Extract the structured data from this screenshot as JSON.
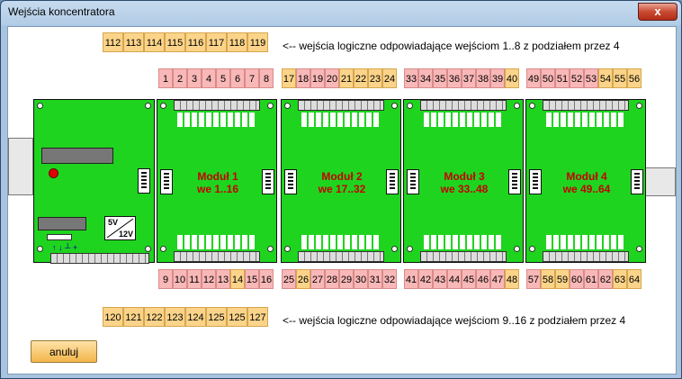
{
  "window": {
    "title": "Wejścia koncentratora",
    "close_label": "x"
  },
  "top_logical": {
    "cells": [
      "112",
      "113",
      "114",
      "115",
      "116",
      "117",
      "118",
      "119"
    ],
    "note": "<-- wejścia logiczne odpowiadające wejściom 1..8 z podziałem przez 4"
  },
  "bottom_logical": {
    "cells": [
      "120",
      "121",
      "122",
      "123",
      "124",
      "125",
      "125",
      "127"
    ],
    "note": "<-- wejścia logiczne odpowiadające wejściom 9..16 z podziałem przez 4"
  },
  "top_inputs": [
    {
      "cells": [
        "1",
        "2",
        "3",
        "4",
        "5",
        "6",
        "7",
        "8"
      ],
      "colors": [
        "pink",
        "pink",
        "pink",
        "pink",
        "pink",
        "pink",
        "pink",
        "pink"
      ]
    },
    {
      "cells": [
        "17",
        "18",
        "19",
        "20",
        "21",
        "22",
        "23",
        "24"
      ],
      "colors": [
        "orange",
        "pink",
        "pink",
        "pink",
        "orange",
        "orange",
        "orange",
        "orange"
      ]
    },
    {
      "cells": [
        "33",
        "34",
        "35",
        "36",
        "37",
        "38",
        "39",
        "40"
      ],
      "colors": [
        "pink",
        "pink",
        "pink",
        "pink",
        "pink",
        "pink",
        "pink",
        "orange"
      ]
    },
    {
      "cells": [
        "49",
        "50",
        "51",
        "52",
        "53",
        "54",
        "55",
        "56"
      ],
      "colors": [
        "pink",
        "pink",
        "pink",
        "pink",
        "pink",
        "orange",
        "orange",
        "orange"
      ]
    }
  ],
  "bottom_inputs": [
    {
      "cells": [
        "9",
        "10",
        "11",
        "12",
        "13",
        "14",
        "15",
        "16"
      ],
      "colors": [
        "pink",
        "pink",
        "pink",
        "pink",
        "pink",
        "orange",
        "pink",
        "pink"
      ]
    },
    {
      "cells": [
        "25",
        "26",
        "27",
        "28",
        "29",
        "30",
        "31",
        "32"
      ],
      "colors": [
        "pink",
        "orange",
        "pink",
        "pink",
        "pink",
        "pink",
        "pink",
        "pink"
      ]
    },
    {
      "cells": [
        "41",
        "42",
        "43",
        "44",
        "45",
        "46",
        "47",
        "48"
      ],
      "colors": [
        "pink",
        "pink",
        "pink",
        "pink",
        "pink",
        "pink",
        "pink",
        "orange"
      ]
    },
    {
      "cells": [
        "57",
        "58",
        "59",
        "60",
        "61",
        "62",
        "63",
        "64"
      ],
      "colors": [
        "pink",
        "orange",
        "orange",
        "pink",
        "pink",
        "pink",
        "orange",
        "orange"
      ]
    }
  ],
  "modules": [
    {
      "name": "Moduł 1",
      "range": "we 1..16"
    },
    {
      "name": "Moduł 2",
      "range": "we 17..32"
    },
    {
      "name": "Moduł 3",
      "range": "we 33..48"
    },
    {
      "name": "Moduł 4",
      "range": "we 49..64"
    }
  ],
  "power": {
    "v1": "5V",
    "v2": "12V"
  },
  "cancel_button": "anuluj",
  "colors": {
    "pink": "#f9b8b8",
    "orange": "#fbd48a",
    "board": "#1fd41f",
    "module_text": "#c40000"
  }
}
